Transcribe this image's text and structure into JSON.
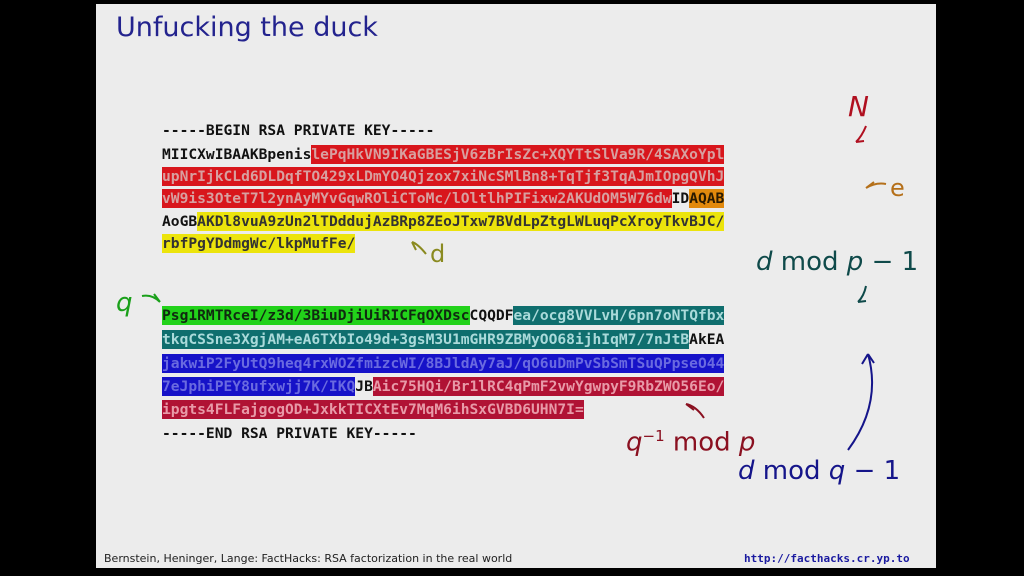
{
  "slide": {
    "title": "Unfucking the duck",
    "key": {
      "begin": "-----BEGIN RSA PRIVATE KEY-----",
      "line1": [
        "MIICXwIBAAKBpenis",
        "lePqHkVN9IKaGBESjV6zBrIsZc+XQYTtSlVa9R/4SAXoYpl"
      ],
      "line2": "upNrIjkCLd6DLDqfTO429xLDmYO4Qjzox7xiNcSMlBn8+TqTjf3TqAJmIOpgQVhJ",
      "line3": [
        "vW9is3OteT7l2ynAyMYvGqwROliCToMc/lOltlhPIFixw2AKUdOM5W76dw",
        "ID",
        "AQAB"
      ],
      "line4": [
        "AoGB",
        "AKDl8vuA9zUn2lTDddujAzBRp8ZEoJTxw7BVdLpZtgLWLuqPcXroyTkvBJC/"
      ],
      "line5": "rbfPgYDdmgWc/lkpMufFe/",
      "line6": [
        "Psg1RMTRceI/z3d/3BiuDjiUiRICFqOXDsc",
        "CQQDF",
        "ea/ocg8VVLvH/6pn7oNTQfbx"
      ],
      "line7": [
        "tkqCSSne3XgjAM+eA6TXbIo49d+3gsM3U1mGHR9ZBMyOO68ijhIqM7/7nJtB",
        "AkEA"
      ],
      "line8": "jakwiP2FyUtQ9heq4rxWOZfmizcWI/8BJldAy7aJ/qO6uDmPvSbSmTSuQPpseO44",
      "line9": [
        "7eJphiPEY8ufxwjj7K/IKQ",
        "JB",
        "Aic75HQi/Br1lRC4qPmF2vwYgwpyF9RbZWO56Eo/"
      ],
      "line10": "ipgts4FLFajgogOD+JxkkTICXtEv7MqM6ihSxGVBD6UHN7I=",
      "end": "-----END RSA PRIVATE KEY-----"
    },
    "annotations": {
      "N": "N",
      "e": "e",
      "d": "d",
      "dp_d": "d",
      "dp_mod": "mod",
      "dp_p": "p",
      "dp_minus1": "− 1",
      "q": "q",
      "qinv_q": "q",
      "qinv_exp": "−1",
      "qinv_mod": "mod",
      "qinv_p": "p",
      "dq_d": "d",
      "dq_mod": "mod",
      "dq_q": "q",
      "dq_minus1": "− 1"
    },
    "footer": {
      "left": "Bernstein, Heninger, Lange: FactHacks: RSA factorization in the real world",
      "right": "http://facthacks.cr.yp.to"
    }
  },
  "colors": {
    "title": "#23238e",
    "n_red": "#d8161c",
    "e_orange": "#e2890c",
    "d_yellow": "#ece40c",
    "q_green": "#22d21a",
    "dp_teal": "#0f6e6e",
    "dq_blue": "#1612c8",
    "qinv_maroon": "#b01234"
  }
}
